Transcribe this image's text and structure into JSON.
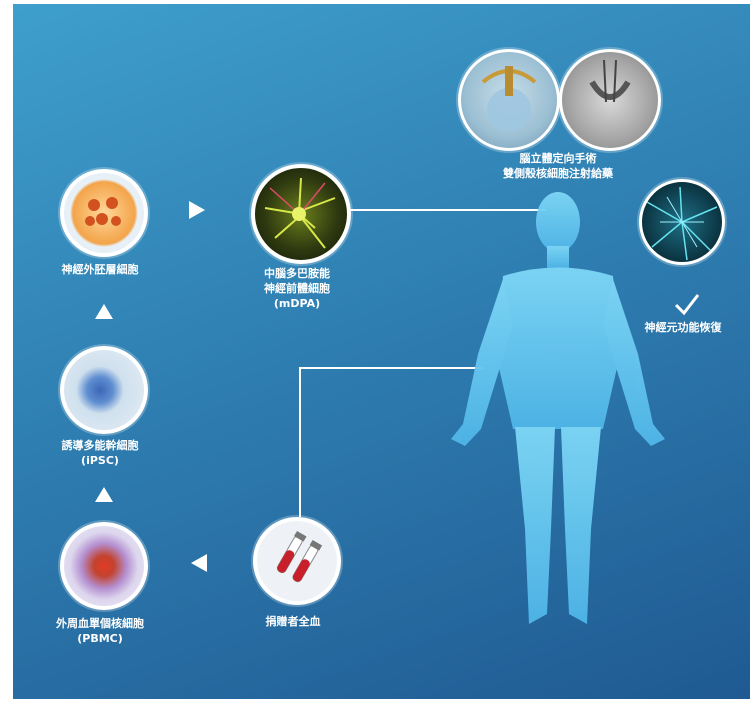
{
  "nodes": {
    "neural_ectoderm": "神經外胚層細胞",
    "mdpa_line1": "中腦多巴胺能",
    "mdpa_line2": "神經前體細胞",
    "mdpa_line3": "(mDPA)",
    "ipsc_line1": "誘導多能幹細胞",
    "ipsc_line2": "(iPSC)",
    "pbmc_line1": "外周血單個核細胞",
    "pbmc_line2": "(PBMC)",
    "donor_blood": "捐贈者全血",
    "surgery_line1": "腦立體定向手術",
    "surgery_line2": "雙側殼核細胞注射給藥",
    "neuron_recovery": "神經元功能恢復"
  },
  "colors": {
    "background_top": "#3f9fcc",
    "background_bottom": "#1f5a92",
    "body_figure": "#6fd0f5",
    "connector": "#ffffff"
  }
}
